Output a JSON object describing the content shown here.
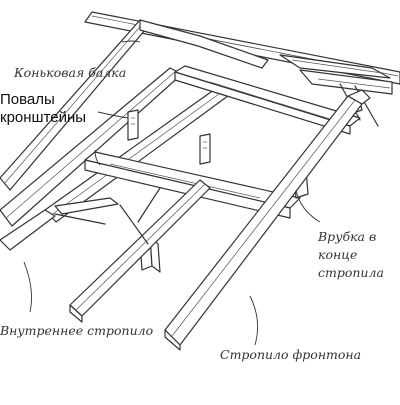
{
  "labels": {
    "ridge_beam": "Коньковая балка",
    "purlins_line1": "Повалы",
    "purlins_line2": "кронштейны",
    "notch_line1": "Врубка в",
    "notch_line2": "конце",
    "notch_line3": "стропила",
    "inner_rafter": "Внутреннее стропило",
    "gable_rafter": "Стропило фронтона"
  }
}
